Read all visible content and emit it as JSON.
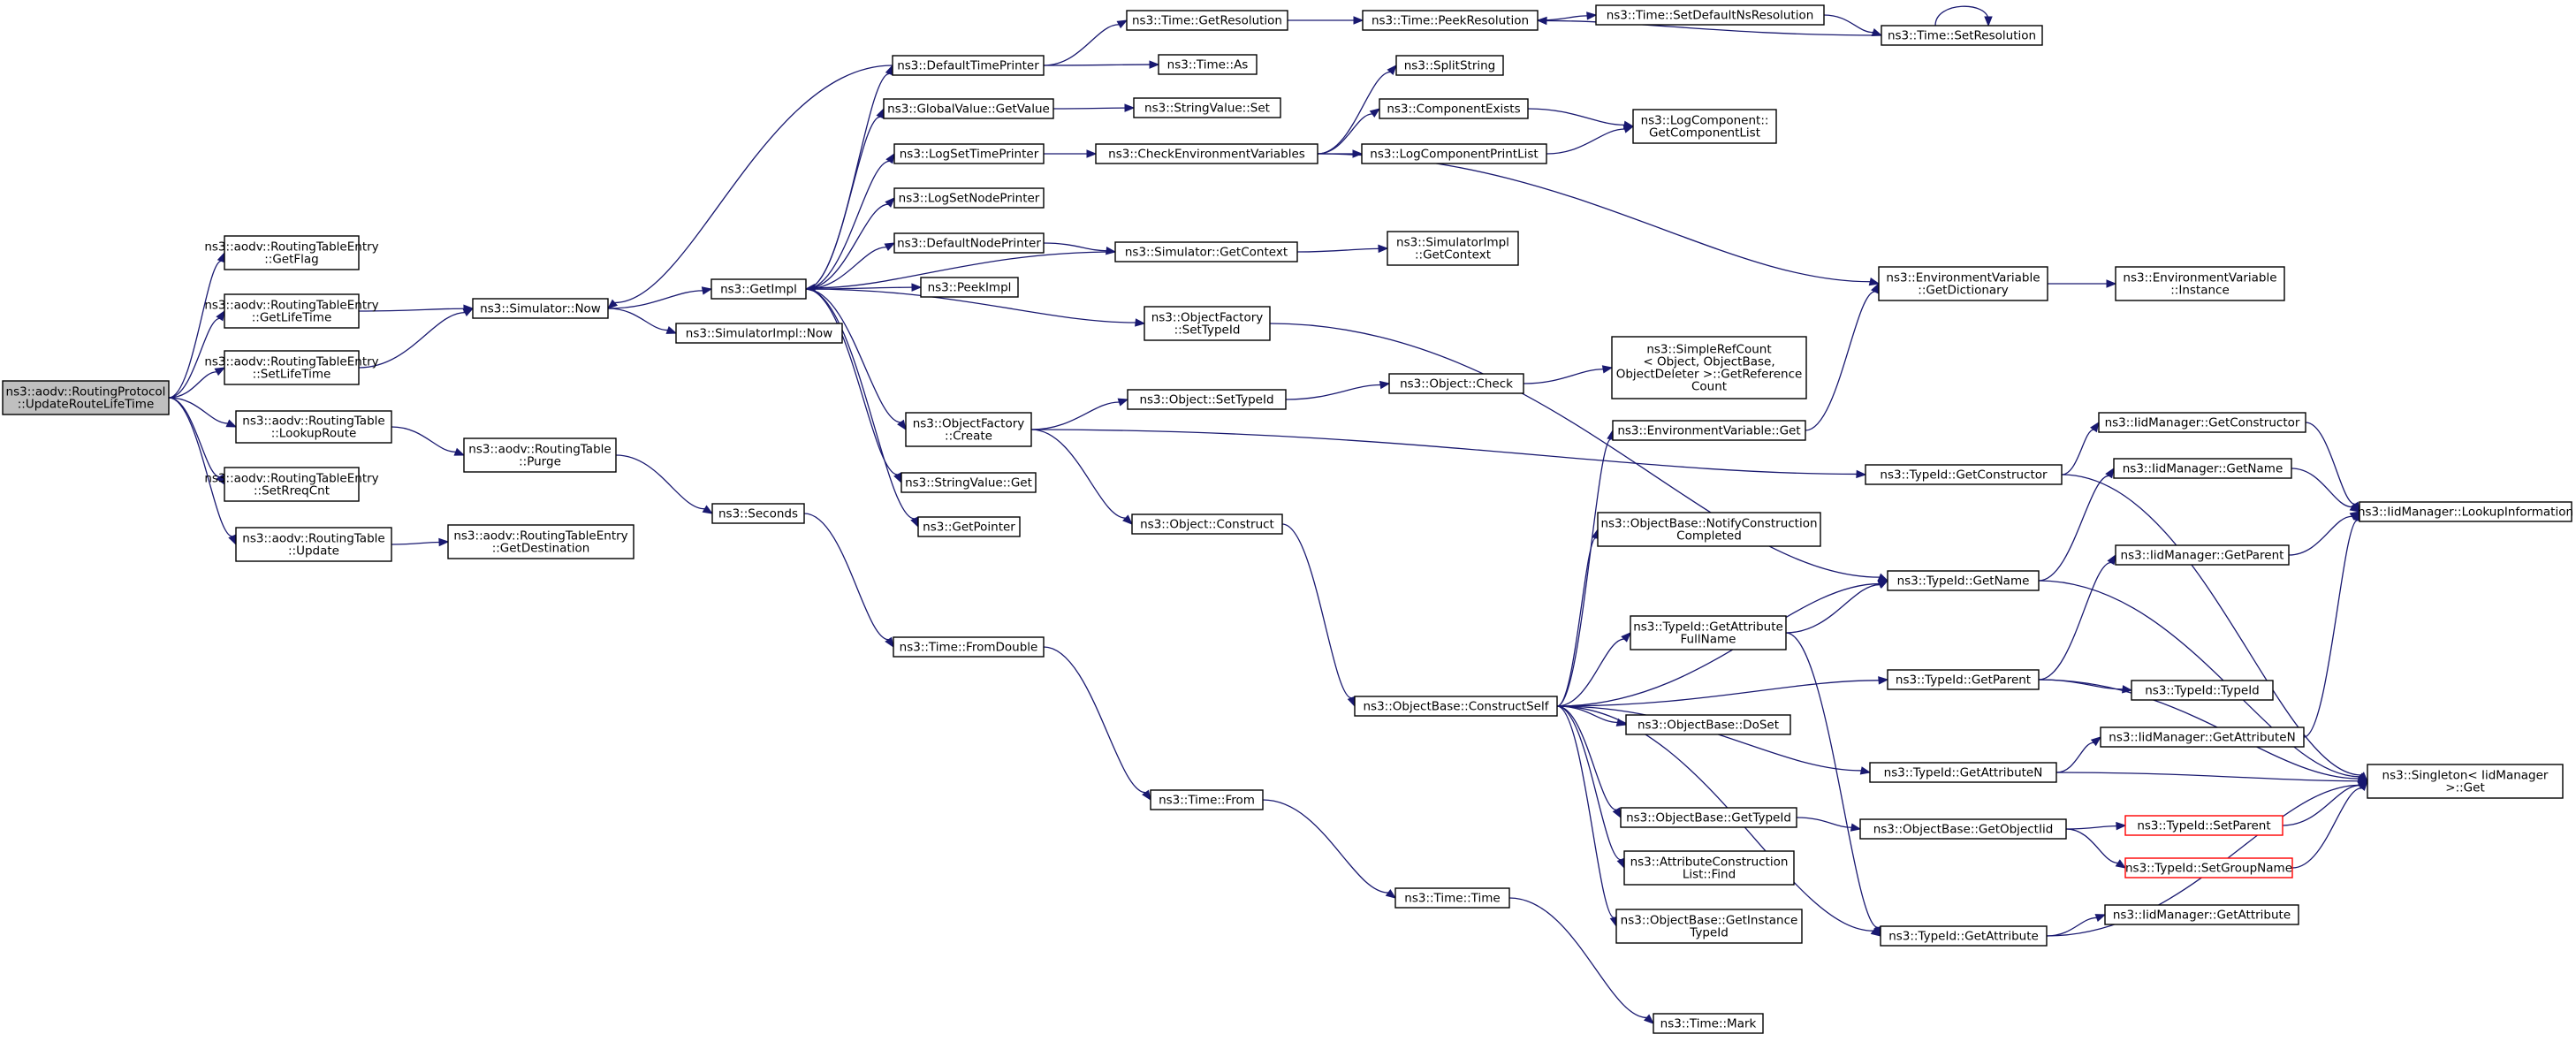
{
  "colors": {
    "edge": "#191970",
    "node_border": "#000000",
    "node_fill": "#ffffff",
    "root_fill": "#bfbfbf",
    "truncated_border": "#ff0000"
  },
  "nodes": {
    "root": {
      "lines": [
        "ns3::aodv::RoutingProtocol",
        "::UpdateRouteLifeTime"
      ],
      "style": "root"
    },
    "rte_getflag": {
      "lines": [
        "ns3::aodv::RoutingTableEntry",
        "::GetFlag"
      ]
    },
    "rte_getlifetime": {
      "lines": [
        "ns3::aodv::RoutingTableEntry",
        "::GetLifeTime"
      ]
    },
    "rte_setlifetime": {
      "lines": [
        "ns3::aodv::RoutingTableEntry",
        "::SetLifeTime"
      ]
    },
    "rt_lookuproute": {
      "lines": [
        "ns3::aodv::RoutingTable",
        "::LookupRoute"
      ]
    },
    "rte_setrreqcnt": {
      "lines": [
        "ns3::aodv::RoutingTableEntry",
        "::SetRreqCnt"
      ]
    },
    "rt_update": {
      "lines": [
        "ns3::aodv::RoutingTable",
        "::Update"
      ]
    },
    "sim_now": {
      "lines": [
        "ns3::Simulator::Now"
      ]
    },
    "rt_purge": {
      "lines": [
        "ns3::aodv::RoutingTable",
        "::Purge"
      ]
    },
    "rte_getdestination": {
      "lines": [
        "ns3::aodv::RoutingTableEntry",
        "::GetDestination"
      ]
    },
    "getimpl": {
      "lines": [
        "ns3::GetImpl"
      ]
    },
    "simimpl_now": {
      "lines": [
        "ns3::SimulatorImpl::Now"
      ]
    },
    "seconds": {
      "lines": [
        "ns3::Seconds"
      ]
    },
    "defaulttimeprinter": {
      "lines": [
        "ns3::DefaultTimePrinter"
      ]
    },
    "globalvalue_getvalue": {
      "lines": [
        "ns3::GlobalValue::GetValue"
      ]
    },
    "logsettimeprinter": {
      "lines": [
        "ns3::LogSetTimePrinter"
      ]
    },
    "logsetnodeprinter": {
      "lines": [
        "ns3::LogSetNodePrinter"
      ]
    },
    "defaultnodeprinter": {
      "lines": [
        "ns3::DefaultNodePrinter"
      ]
    },
    "peekimpl": {
      "lines": [
        "ns3::PeekImpl"
      ]
    },
    "of_create": {
      "lines": [
        "ns3::ObjectFactory",
        "::Create"
      ]
    },
    "stringvalue_get": {
      "lines": [
        "ns3::StringValue::Get"
      ]
    },
    "getpointer": {
      "lines": [
        "ns3::GetPointer"
      ]
    },
    "time_fromdouble": {
      "lines": [
        "ns3::Time::FromDouble"
      ]
    },
    "time_getresolution": {
      "lines": [
        "ns3::Time::GetResolution"
      ]
    },
    "time_as": {
      "lines": [
        "ns3::Time::As"
      ]
    },
    "stringvalue_set": {
      "lines": [
        "ns3::StringValue::Set"
      ]
    },
    "checkenv": {
      "lines": [
        "ns3::CheckEnvironmentVariables"
      ]
    },
    "sim_getcontext": {
      "lines": [
        "ns3::Simulator::GetContext"
      ]
    },
    "of_settypeid": {
      "lines": [
        "ns3::ObjectFactory",
        "::SetTypeId"
      ]
    },
    "obj_settypeid": {
      "lines": [
        "ns3::Object::SetTypeId"
      ]
    },
    "obj_construct": {
      "lines": [
        "ns3::Object::Construct"
      ]
    },
    "time_from": {
      "lines": [
        "ns3::Time::From"
      ]
    },
    "time_peekresolution": {
      "lines": [
        "ns3::Time::PeekResolution"
      ]
    },
    "splitstring": {
      "lines": [
        "ns3::SplitString"
      ]
    },
    "componentexists": {
      "lines": [
        "ns3::ComponentExists"
      ]
    },
    "logcomponentprintlist": {
      "lines": [
        "ns3::LogComponentPrintList"
      ]
    },
    "simimpl_getcontext": {
      "lines": [
        "ns3::SimulatorImpl",
        "::GetContext"
      ]
    },
    "obj_check": {
      "lines": [
        "ns3::Object::Check"
      ]
    },
    "objectbase_constructself": {
      "lines": [
        "ns3::ObjectBase::ConstructSelf"
      ]
    },
    "time_time": {
      "lines": [
        "ns3::Time::Time"
      ]
    },
    "time_mark": {
      "lines": [
        "ns3::Time::Mark"
      ]
    },
    "time_setdefaultnsresolution": {
      "lines": [
        "ns3::Time::SetDefaultNsResolution"
      ]
    },
    "time_setresolution": {
      "lines": [
        "ns3::Time::SetResolution"
      ]
    },
    "logcomponent_getcomponentlist": {
      "lines": [
        "ns3::LogComponent::",
        "GetComponentList"
      ]
    },
    "simplerefcount": {
      "lines": [
        "ns3::SimpleRefCount",
        "< Object, ObjectBase,",
        "ObjectDeleter >::GetReference",
        "Count"
      ]
    },
    "envvar_get": {
      "lines": [
        "ns3::EnvironmentVariable::Get"
      ]
    },
    "ob_notify": {
      "lines": [
        "ns3::ObjectBase::NotifyConstruction",
        "Completed"
      ]
    },
    "typeid_getattributefullname": {
      "lines": [
        "ns3::TypeId::GetAttribute",
        "FullName"
      ]
    },
    "ob_doset": {
      "lines": [
        "ns3::ObjectBase::DoSet"
      ]
    },
    "ob_gettypeid": {
      "lines": [
        "ns3::ObjectBase::GetTypeId"
      ]
    },
    "acl_find": {
      "lines": [
        "ns3::AttributeConstruction",
        "List::Find"
      ]
    },
    "ob_getinstancetypeid": {
      "lines": [
        "ns3::ObjectBase::GetInstance",
        "TypeId"
      ]
    },
    "envvar_getdictionary": {
      "lines": [
        "ns3::EnvironmentVariable",
        "::GetDictionary"
      ]
    },
    "typeid_getconstructor": {
      "lines": [
        "ns3::TypeId::GetConstructor"
      ]
    },
    "typeid_getname": {
      "lines": [
        "ns3::TypeId::GetName"
      ]
    },
    "typeid_getparent": {
      "lines": [
        "ns3::TypeId::GetParent"
      ]
    },
    "typeid_getattributen": {
      "lines": [
        "ns3::TypeId::GetAttributeN"
      ]
    },
    "ob_getobjectiid": {
      "lines": [
        "ns3::ObjectBase::GetObjectIid"
      ]
    },
    "typeid_getattribute": {
      "lines": [
        "ns3::TypeId::GetAttribute"
      ]
    },
    "envvar_instance": {
      "lines": [
        "ns3::EnvironmentVariable",
        "::Instance"
      ]
    },
    "iid_getconstructor": {
      "lines": [
        "ns3::IidManager::GetConstructor"
      ]
    },
    "iid_getname": {
      "lines": [
        "ns3::IidManager::GetName"
      ]
    },
    "iid_getparent": {
      "lines": [
        "ns3::IidManager::GetParent"
      ]
    },
    "typeid_typeid": {
      "lines": [
        "ns3::TypeId::TypeId"
      ]
    },
    "iid_getattributen": {
      "lines": [
        "ns3::IidManager::GetAttributeN"
      ]
    },
    "typeid_setparent": {
      "lines": [
        "ns3::TypeId::SetParent"
      ],
      "style": "truncated"
    },
    "typeid_setgroupname": {
      "lines": [
        "ns3::TypeId::SetGroupName"
      ],
      "style": "truncated"
    },
    "iid_getattribute": {
      "lines": [
        "ns3::IidManager::GetAttribute"
      ]
    },
    "iid_lookupinformation": {
      "lines": [
        "ns3::IidManager::LookupInformation"
      ]
    },
    "singleton_get": {
      "lines": [
        "ns3::Singleton< IidManager",
        ">::Get"
      ]
    }
  },
  "edges": [
    [
      "root",
      "rte_getflag"
    ],
    [
      "root",
      "rte_getlifetime"
    ],
    [
      "root",
      "rte_setlifetime"
    ],
    [
      "root",
      "rt_lookuproute"
    ],
    [
      "root",
      "rte_setrreqcnt"
    ],
    [
      "root",
      "rt_update"
    ],
    [
      "rte_getlifetime",
      "sim_now"
    ],
    [
      "rte_setlifetime",
      "sim_now"
    ],
    [
      "rt_lookuproute",
      "rt_purge"
    ],
    [
      "rt_update",
      "rte_getdestination"
    ],
    [
      "sim_now",
      "getimpl"
    ],
    [
      "sim_now",
      "simimpl_now"
    ],
    [
      "rt_purge",
      "seconds"
    ],
    [
      "getimpl",
      "defaulttimeprinter"
    ],
    [
      "getimpl",
      "globalvalue_getvalue"
    ],
    [
      "getimpl",
      "logsettimeprinter"
    ],
    [
      "getimpl",
      "logsetnodeprinter"
    ],
    [
      "getimpl",
      "defaultnodeprinter"
    ],
    [
      "getimpl",
      "peekimpl"
    ],
    [
      "getimpl",
      "of_create"
    ],
    [
      "getimpl",
      "stringvalue_get"
    ],
    [
      "getimpl",
      "getpointer"
    ],
    [
      "getimpl",
      "of_settypeid"
    ],
    [
      "defaulttimeprinter",
      "sim_now"
    ],
    [
      "sim_getcontext",
      "getimpl"
    ],
    [
      "seconds",
      "time_fromdouble"
    ],
    [
      "defaulttimeprinter",
      "time_getresolution"
    ],
    [
      "defaulttimeprinter",
      "time_as"
    ],
    [
      "globalvalue_getvalue",
      "stringvalue_set"
    ],
    [
      "logsettimeprinter",
      "checkenv"
    ],
    [
      "defaultnodeprinter",
      "sim_getcontext"
    ],
    [
      "of_create",
      "obj_settypeid"
    ],
    [
      "of_create",
      "obj_construct"
    ],
    [
      "of_create",
      "typeid_getconstructor"
    ],
    [
      "time_fromdouble",
      "time_from"
    ],
    [
      "time_getresolution",
      "time_peekresolution"
    ],
    [
      "checkenv",
      "splitstring"
    ],
    [
      "checkenv",
      "componentexists"
    ],
    [
      "checkenv",
      "logcomponentprintlist"
    ],
    [
      "checkenv",
      "envvar_getdictionary"
    ],
    [
      "sim_getcontext",
      "simimpl_getcontext"
    ],
    [
      "of_settypeid",
      "typeid_getname"
    ],
    [
      "obj_settypeid",
      "obj_check"
    ],
    [
      "obj_construct",
      "objectbase_constructself"
    ],
    [
      "time_from",
      "time_time"
    ],
    [
      "time_time",
      "time_mark"
    ],
    [
      "time_peekresolution",
      "time_setdefaultnsresolution"
    ],
    [
      "time_setdefaultnsresolution",
      "time_setresolution"
    ],
    [
      "time_setresolution",
      "time_peekresolution"
    ],
    [
      "time_setresolution",
      "time_setresolution"
    ],
    [
      "componentexists",
      "logcomponent_getcomponentlist"
    ],
    [
      "logcomponentprintlist",
      "logcomponent_getcomponentlist"
    ],
    [
      "obj_check",
      "simplerefcount"
    ],
    [
      "objectbase_constructself",
      "envvar_get"
    ],
    [
      "objectbase_constructself",
      "ob_notify"
    ],
    [
      "objectbase_constructself",
      "typeid_getname"
    ],
    [
      "objectbase_constructself",
      "typeid_getattributefullname"
    ],
    [
      "objectbase_constructself",
      "typeid_getparent"
    ],
    [
      "objectbase_constructself",
      "ob_doset"
    ],
    [
      "objectbase_constructself",
      "typeid_getattributen"
    ],
    [
      "objectbase_constructself",
      "ob_gettypeid"
    ],
    [
      "objectbase_constructself",
      "acl_find"
    ],
    [
      "objectbase_constructself",
      "ob_getinstancetypeid"
    ],
    [
      "objectbase_constructself",
      "typeid_getattribute"
    ],
    [
      "envvar_get",
      "envvar_getdictionary"
    ],
    [
      "envvar_getdictionary",
      "envvar_instance"
    ],
    [
      "typeid_getattributefullname",
      "typeid_getname"
    ],
    [
      "typeid_getattributefullname",
      "typeid_getattribute"
    ],
    [
      "ob_gettypeid",
      "ob_getobjectiid"
    ],
    [
      "typeid_getconstructor",
      "iid_getconstructor"
    ],
    [
      "typeid_getconstructor",
      "singleton_get"
    ],
    [
      "typeid_getname",
      "iid_getname"
    ],
    [
      "typeid_getname",
      "singleton_get"
    ],
    [
      "typeid_getparent",
      "iid_getparent"
    ],
    [
      "typeid_getparent",
      "typeid_typeid"
    ],
    [
      "typeid_getparent",
      "singleton_get"
    ],
    [
      "typeid_getattributen",
      "iid_getattributen"
    ],
    [
      "typeid_getattributen",
      "singleton_get"
    ],
    [
      "ob_getobjectiid",
      "typeid_setparent"
    ],
    [
      "ob_getobjectiid",
      "typeid_setgroupname"
    ],
    [
      "typeid_getattribute",
      "iid_getattribute"
    ],
    [
      "typeid_getattribute",
      "singleton_get"
    ],
    [
      "typeid_setparent",
      "singleton_get"
    ],
    [
      "typeid_setgroupname",
      "singleton_get"
    ],
    [
      "iid_getconstructor",
      "iid_lookupinformation"
    ],
    [
      "iid_getname",
      "iid_lookupinformation"
    ],
    [
      "iid_getparent",
      "iid_lookupinformation"
    ],
    [
      "iid_getattributen",
      "iid_lookupinformation"
    ]
  ]
}
